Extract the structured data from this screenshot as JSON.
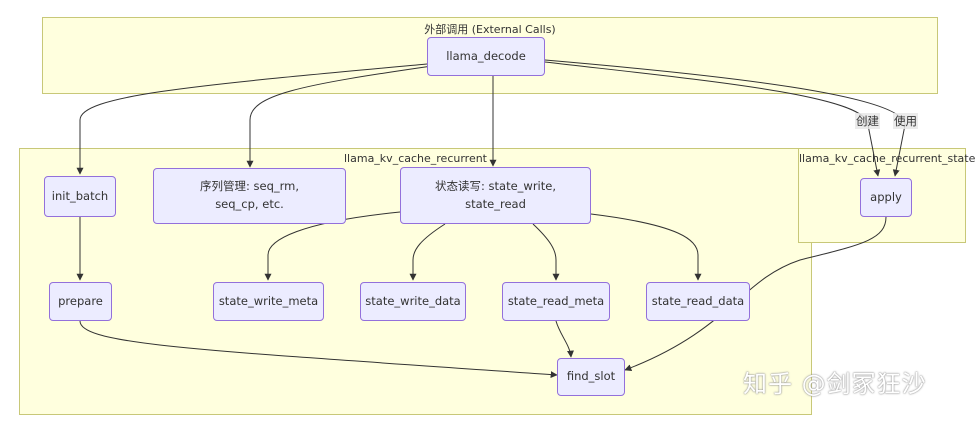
{
  "clusters": {
    "external": "外部调用 (External Calls)",
    "recurrent": "llama_kv_cache_recurrent",
    "state": "llama_kv_cache_recurrent_state"
  },
  "nodes": {
    "llama_decode": "llama_decode",
    "init_batch": "init_batch",
    "prepare": "prepare",
    "seq_mgmt": "序列管理: seq_rm, seq_cp, etc.",
    "state_rw": "状态读写: state_write, state_read",
    "state_write_meta": "state_write_meta",
    "state_write_data": "state_write_data",
    "state_read_meta": "state_read_meta",
    "state_read_data": "state_read_data",
    "find_slot": "find_slot",
    "apply": "apply"
  },
  "edge_labels": {
    "create": "创建",
    "use": "使用"
  },
  "watermark": "知乎 @剑冢狂沙"
}
